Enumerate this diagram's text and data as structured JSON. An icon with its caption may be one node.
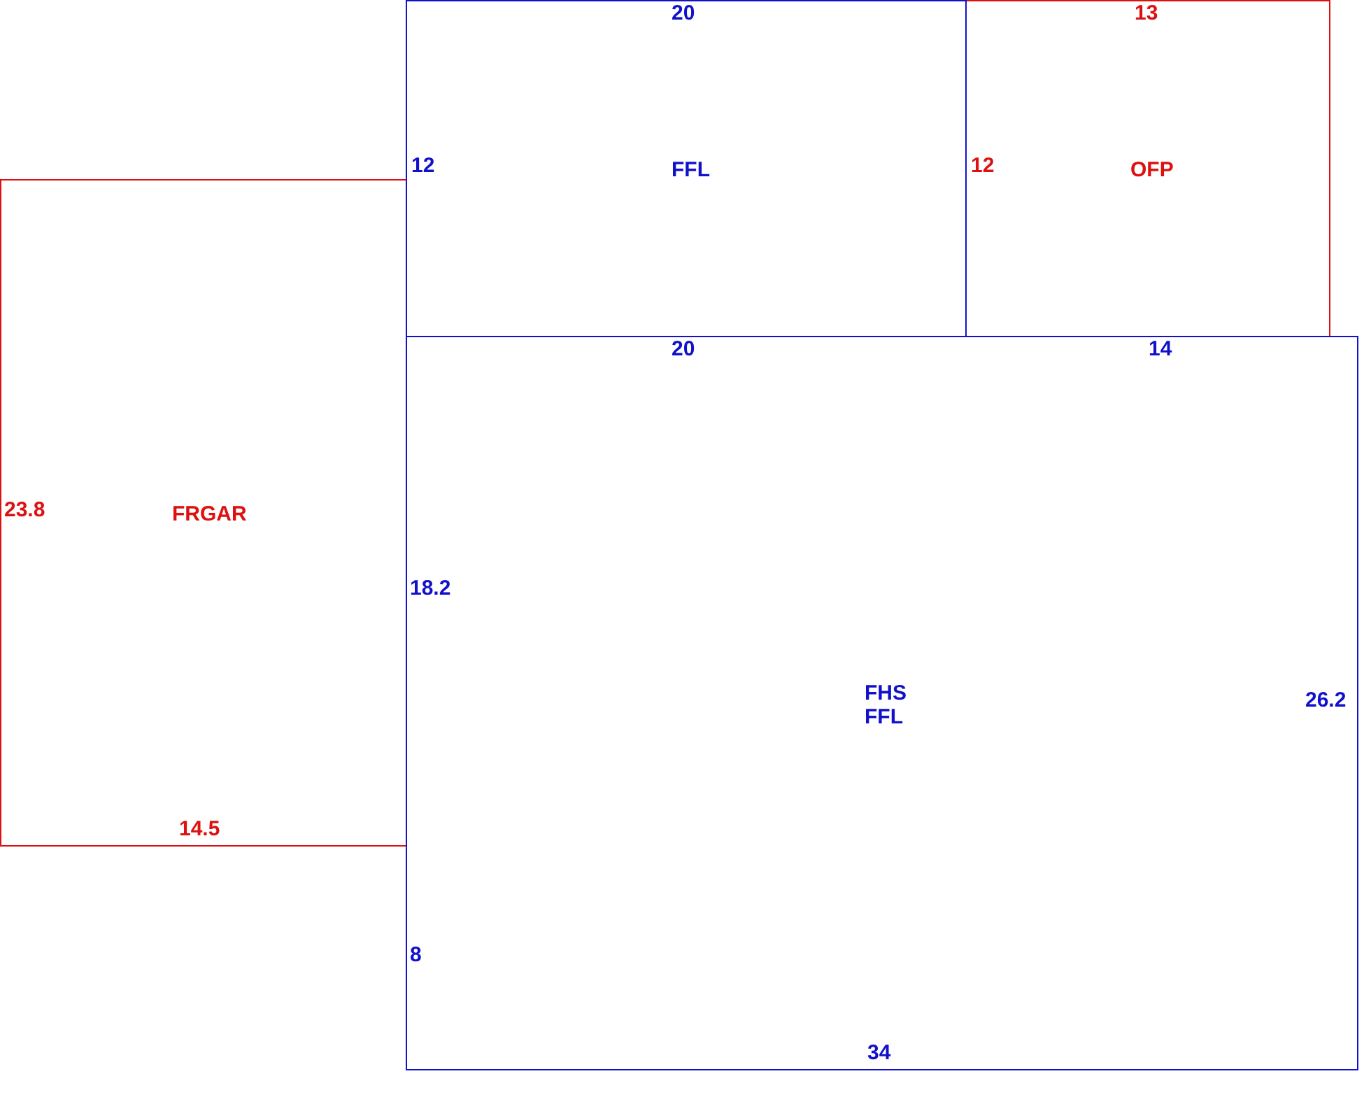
{
  "diagram": {
    "nodes": [
      {
        "text": [
          "FFL"
        ]
      },
      {
        "text": [
          "OFP"
        ]
      },
      {
        "text": [
          "FRGAR"
        ]
      },
      {
        "text": [
          "FHS",
          "FFL"
        ]
      }
    ],
    "labels": [
      "20",
      "13",
      "12",
      "12",
      "20",
      "14",
      "23.8",
      "18.2",
      "26.2",
      "14.5",
      "8",
      "34"
    ]
  }
}
